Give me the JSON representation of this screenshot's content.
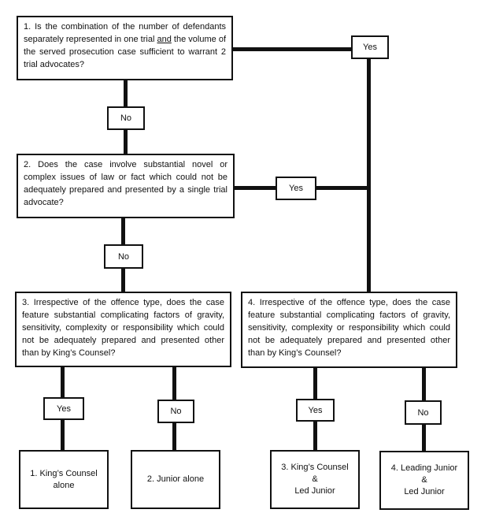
{
  "questions": [
    {
      "id": "q1",
      "number": "1.",
      "text_before": "Is the combination of the number of defendants separately represented in one trial ",
      "text_underlined": "and",
      "text_after": " the volume of the served prosecution case sufficient to warrant 2 trial advocates?"
    },
    {
      "id": "q2",
      "number": "2.",
      "text": "Does the case involve substantial novel or complex issues of law or fact which could not be adequately prepared and presented by a single trial advocate?"
    },
    {
      "id": "q3",
      "number": "3.",
      "text": "Irrespective of the offence type, does the case feature substantial complicating factors of gravity, sensitivity, complexity or responsibility which could not be adequately prepared and presented other than by King’s Counsel?"
    },
    {
      "id": "q4",
      "number": "4.",
      "text": "Irrespective of the offence type, does the case feature substantial complicating factors of gravity, sensitivity, complexity or responsibility which could not be adequately prepared and presented other than by King’s Counsel?"
    }
  ],
  "labels": {
    "q1_yes": "Yes",
    "q1_no": "No",
    "q2_yes": "Yes",
    "q2_no": "No",
    "q3_yes": "Yes",
    "q3_no": "No",
    "q4_yes": "Yes",
    "q4_no": "No"
  },
  "outcomes": [
    {
      "id": "o1",
      "lines": [
        "1. King’s Counsel",
        "alone"
      ]
    },
    {
      "id": "o2",
      "lines": [
        "2. Junior alone"
      ]
    },
    {
      "id": "o3",
      "lines": [
        "3. King’s Counsel",
        "&",
        "Led Junior"
      ]
    },
    {
      "id": "o4",
      "lines": [
        "4. Leading Junior",
        "&",
        "Led Junior"
      ]
    }
  ]
}
